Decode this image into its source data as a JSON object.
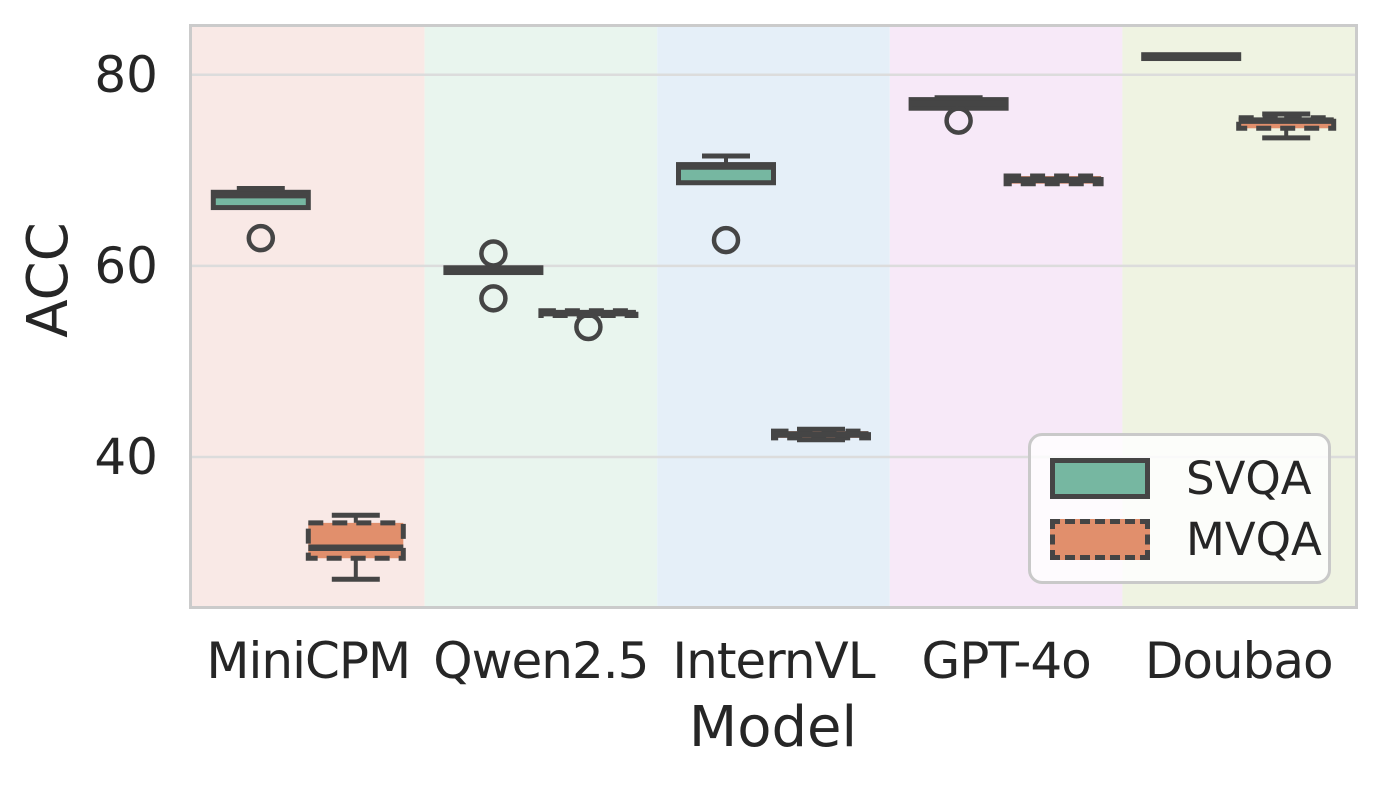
{
  "colors": {
    "line": "#454545",
    "grid": "#dcdcdc",
    "spine": "#cbcbcb",
    "text": "#262626",
    "figure_bg": "#ffffff",
    "legend_border": "#c9c9c9"
  },
  "chart_data": {
    "type": "box",
    "title": "",
    "xlabel": "Model",
    "ylabel": "ACC",
    "categories": [
      "MiniCPM",
      "Qwen2.5",
      "InternVL",
      "GPT-4o",
      "Doubao"
    ],
    "yticks": [
      40,
      60,
      80
    ],
    "ylim": [
      24.4,
      85.0
    ],
    "grid": "horizontal",
    "band_colors": [
      "#f9e9e6",
      "#e9f5ee",
      "#e5eff8",
      "#f7e9f8",
      "#eff3e2"
    ],
    "legend_position": "lower right",
    "series": [
      {
        "name": "SVQA",
        "fill": "#76b7a1",
        "line_style": "solid",
        "boxes": [
          {
            "whislo": 66.1,
            "q1": 66.1,
            "med": 67.4,
            "q3": 67.7,
            "whishi": 68.1,
            "fliers": [
              62.9
            ]
          },
          {
            "whislo": 59.3,
            "q1": 59.3,
            "med": 59.55,
            "q3": 59.8,
            "whishi": 59.8,
            "fliers": [
              61.3,
              56.6
            ]
          },
          {
            "whislo": 68.7,
            "q1": 68.7,
            "med": 70.4,
            "q3": 70.6,
            "whishi": 71.5,
            "fliers": [
              62.7
            ]
          },
          {
            "whislo": 76.5,
            "q1": 76.5,
            "med": 77.0,
            "q3": 77.4,
            "whishi": 77.6,
            "fliers": [
              75.2
            ]
          },
          {
            "whislo": 81.7,
            "q1": 81.7,
            "med": 81.9,
            "q3": 82.1,
            "whishi": 82.1,
            "fliers": []
          }
        ]
      },
      {
        "name": "MVQA",
        "fill": "#e18f6c",
        "line_style": "dashed",
        "boxes": [
          {
            "whislo": 27.2,
            "q1": 29.4,
            "med": 30.5,
            "q3": 33.1,
            "whishi": 33.9,
            "fliers": []
          },
          {
            "whislo": 54.8,
            "q1": 54.8,
            "med": 55.05,
            "q3": 55.3,
            "whishi": 55.3,
            "fliers": [
              53.6
            ]
          },
          {
            "whislo": 41.8,
            "q1": 42.0,
            "med": 42.35,
            "q3": 42.7,
            "whishi": 42.9,
            "fliers": []
          },
          {
            "whislo": 68.6,
            "q1": 68.6,
            "med": 69.0,
            "q3": 69.4,
            "whishi": 69.4,
            "fliers": []
          },
          {
            "whislo": 73.4,
            "q1": 74.4,
            "med": 75.2,
            "q3": 75.5,
            "whishi": 75.9,
            "fliers": []
          }
        ]
      }
    ]
  }
}
